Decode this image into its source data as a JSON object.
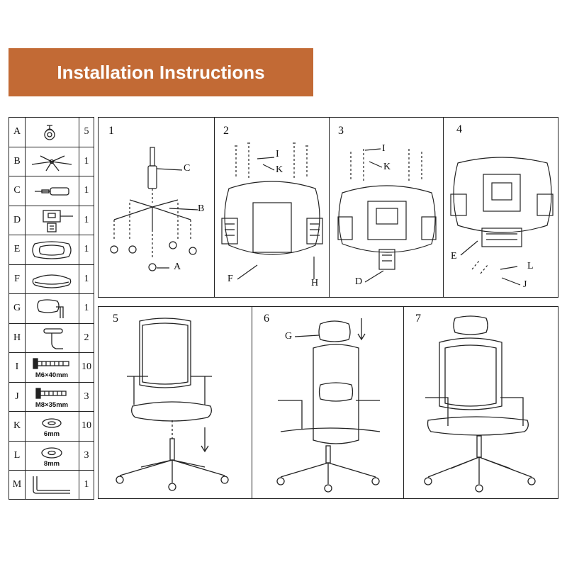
{
  "banner": {
    "title": "Installation Instructions",
    "color": "#c26a35"
  },
  "parts": [
    {
      "letter": "A",
      "qty": "5",
      "icon": "caster-wheel-icon"
    },
    {
      "letter": "B",
      "qty": "1",
      "icon": "star-base-icon"
    },
    {
      "letter": "C",
      "qty": "1",
      "icon": "gas-cylinder-icon"
    },
    {
      "letter": "D",
      "qty": "1",
      "icon": "tilt-mechanism-icon"
    },
    {
      "letter": "E",
      "qty": "1",
      "icon": "lumbar-support-icon"
    },
    {
      "letter": "F",
      "qty": "1",
      "icon": "seat-cushion-icon"
    },
    {
      "letter": "G",
      "qty": "1",
      "icon": "headrest-icon"
    },
    {
      "letter": "H",
      "qty": "2",
      "icon": "armrest-icon"
    },
    {
      "letter": "I",
      "qty": "10",
      "icon": "bolt-icon",
      "size": "M6×40mm"
    },
    {
      "letter": "J",
      "qty": "3",
      "icon": "bolt-icon",
      "size": "M8×35mm"
    },
    {
      "letter": "K",
      "qty": "10",
      "icon": "washer-icon",
      "size": "6mm"
    },
    {
      "letter": "L",
      "qty": "3",
      "icon": "washer-icon",
      "size": "8mm"
    },
    {
      "letter": "M",
      "qty": "1",
      "icon": "hex-wrench-icon"
    }
  ],
  "steps": {
    "s1": {
      "num": "1",
      "labels": {
        "c": "C",
        "b": "B",
        "a": "A"
      }
    },
    "s2": {
      "num": "2",
      "labels": {
        "i": "I",
        "k": "K",
        "f": "F",
        "h": "H"
      }
    },
    "s3": {
      "num": "3",
      "labels": {
        "i": "I",
        "k": "K",
        "d": "D"
      }
    },
    "s4": {
      "num": "4",
      "labels": {
        "e": "E",
        "l": "L",
        "j": "J"
      }
    },
    "s5": {
      "num": "5"
    },
    "s6": {
      "num": "6",
      "labels": {
        "g": "G"
      }
    },
    "s7": {
      "num": "7"
    }
  }
}
